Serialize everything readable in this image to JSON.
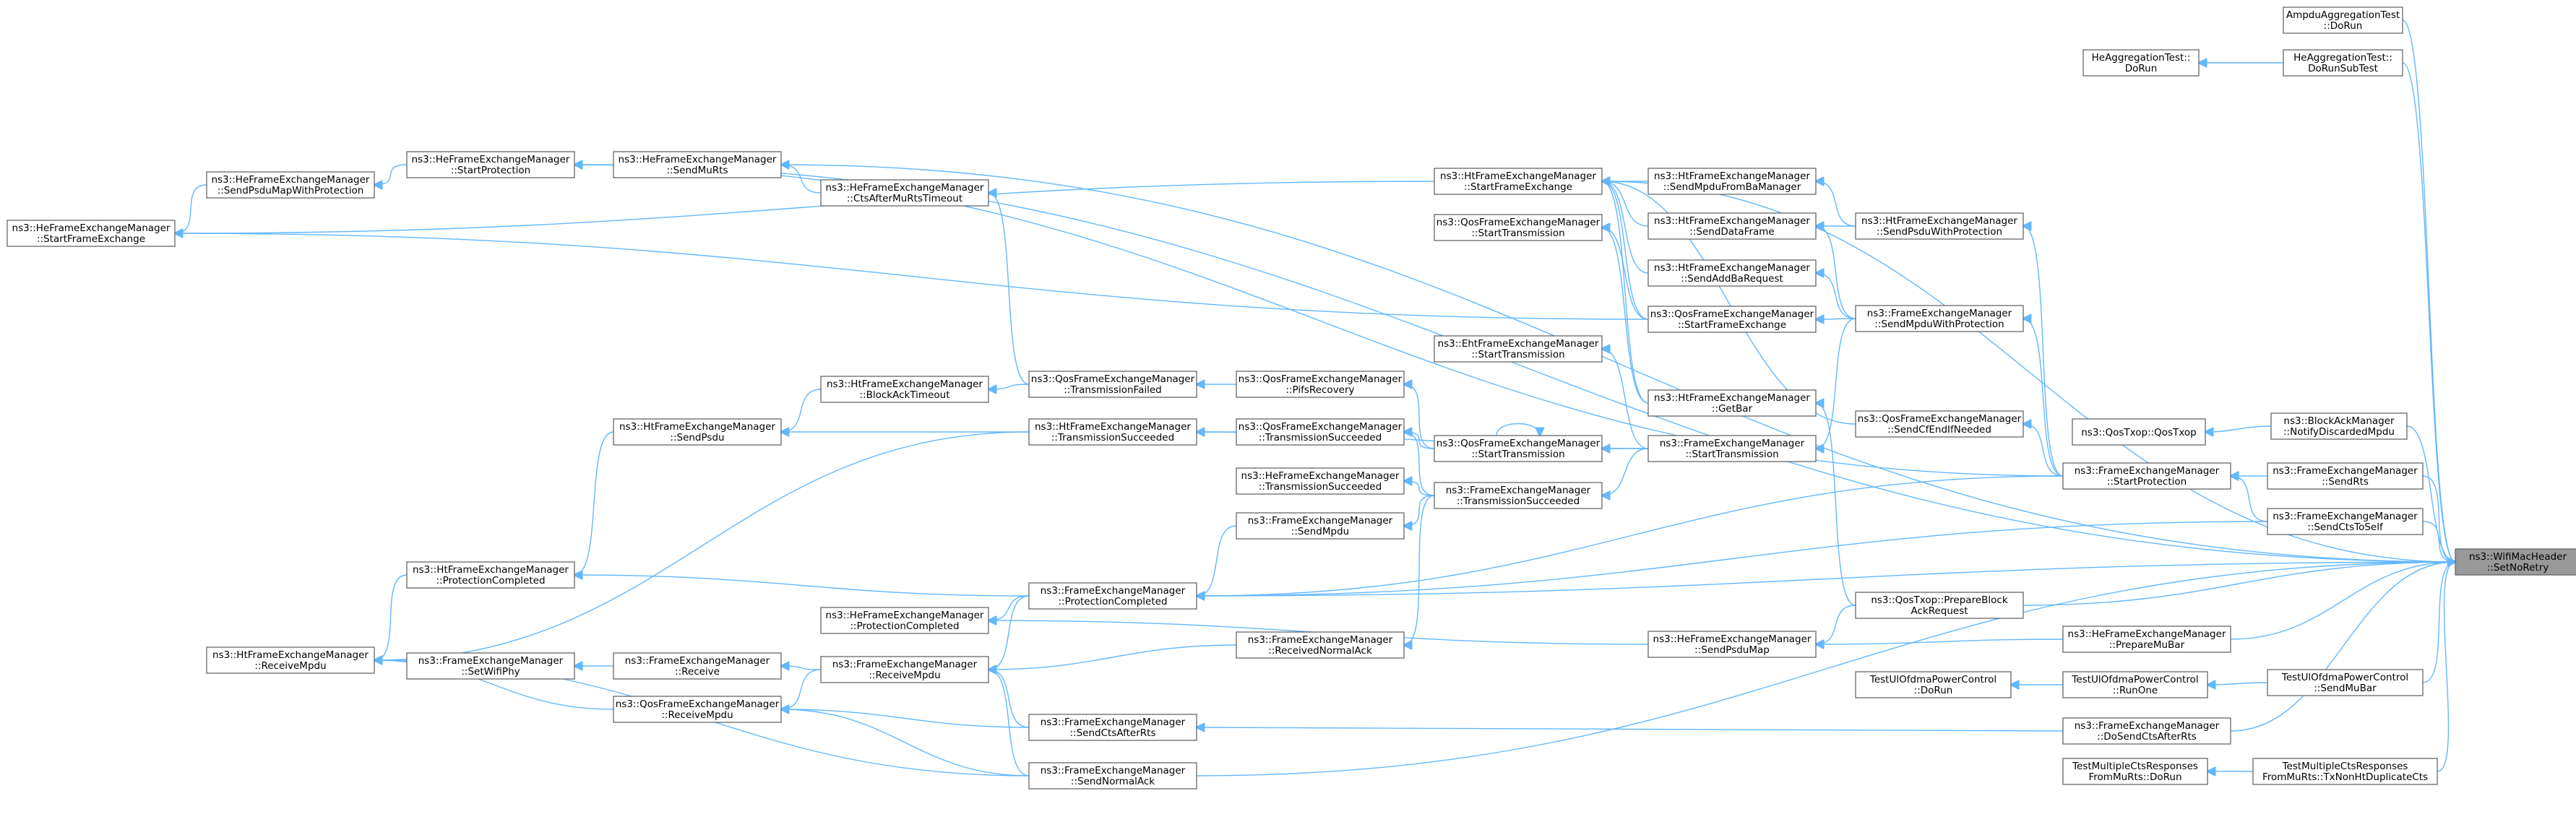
{
  "graph": {
    "root": "n_root",
    "colors": {
      "edge": "#63b8ff",
      "root_fill": "#999999",
      "node_border": "#666666"
    },
    "nodes": [
      {
        "id": "n_root",
        "lines": [
          "ns3::WifiMacHeader",
          "::SetNoRetry"
        ]
      },
      {
        "id": "n_ampdu",
        "lines": [
          "AmpduAggregationTest",
          "::DoRun"
        ]
      },
      {
        "id": "n_heaggdr",
        "lines": [
          "HeAggregationTest::",
          "DoRun"
        ]
      },
      {
        "id": "n_heaggsub",
        "lines": [
          "HeAggregationTest::",
          "DoRunSubTest"
        ]
      },
      {
        "id": "n_heStartFE",
        "lines": [
          "ns3::HeFrameExchangeManager",
          "::StartFrameExchange"
        ]
      },
      {
        "id": "n_heSendPsduMapProt",
        "lines": [
          "ns3::HeFrameExchangeManager",
          "::SendPsduMapWithProtection"
        ]
      },
      {
        "id": "n_heStartProt",
        "lines": [
          "ns3::HeFrameExchangeManager",
          "::StartProtection"
        ]
      },
      {
        "id": "n_heSendMuRts",
        "lines": [
          "ns3::HeFrameExchangeManager",
          "::SendMuRts"
        ]
      },
      {
        "id": "n_heCtsTimeout",
        "lines": [
          "ns3::HeFrameExchangeManager",
          "::CtsAfterMuRtsTimeout"
        ]
      },
      {
        "id": "n_htStartFE",
        "lines": [
          "ns3::HtFrameExchangeManager",
          "::StartFrameExchange"
        ]
      },
      {
        "id": "n_qosStartTx1",
        "lines": [
          "ns3::QosFrameExchangeManager",
          "::StartTransmission"
        ]
      },
      {
        "id": "n_htSendMpduBa",
        "lines": [
          "ns3::HtFrameExchangeManager",
          "::SendMpduFromBaManager"
        ]
      },
      {
        "id": "n_htSendData",
        "lines": [
          "ns3::HtFrameExchangeManager",
          "::SendDataFrame"
        ]
      },
      {
        "id": "n_htSendAddBa",
        "lines": [
          "ns3::HtFrameExchangeManager",
          "::SendAddBaRequest"
        ]
      },
      {
        "id": "n_qosStartFE",
        "lines": [
          "ns3::QosFrameExchangeManager",
          "::StartFrameExchange"
        ]
      },
      {
        "id": "n_htSendPsduProt",
        "lines": [
          "ns3::HtFrameExchangeManager",
          "::SendPsduWithProtection"
        ]
      },
      {
        "id": "n_feSendMpduProt",
        "lines": [
          "ns3::FrameExchangeManager",
          "::SendMpduWithProtection"
        ]
      },
      {
        "id": "n_ehtStartTx",
        "lines": [
          "ns3::EhtFrameExchangeManager",
          "::StartTransmission"
        ]
      },
      {
        "id": "n_htGetBar",
        "lines": [
          "ns3::HtFrameExchangeManager",
          "::GetBar"
        ]
      },
      {
        "id": "n_qosSendCfEnd",
        "lines": [
          "ns3::QosFrameExchangeManager",
          "::SendCfEndIfNeeded"
        ]
      },
      {
        "id": "n_htBlockAckTimeout",
        "lines": [
          "ns3::HtFrameExchangeManager",
          "::BlockAckTimeout"
        ]
      },
      {
        "id": "n_qosTxFailed",
        "lines": [
          "ns3::QosFrameExchangeManager",
          "::TransmissionFailed"
        ]
      },
      {
        "id": "n_qosPifs",
        "lines": [
          "ns3::QosFrameExchangeManager",
          "::PifsRecovery"
        ]
      },
      {
        "id": "n_htSendPsdu",
        "lines": [
          "ns3::HtFrameExchangeManager",
          "::SendPsdu"
        ]
      },
      {
        "id": "n_htTxSucc",
        "lines": [
          "ns3::HtFrameExchangeManager",
          "::TransmissionSucceeded"
        ]
      },
      {
        "id": "n_qosTxSucc",
        "lines": [
          "ns3::QosFrameExchangeManager",
          "::TransmissionSucceeded"
        ]
      },
      {
        "id": "n_qosStartTx2",
        "lines": [
          "ns3::QosFrameExchangeManager",
          "::StartTransmission"
        ]
      },
      {
        "id": "n_feStartTx",
        "lines": [
          "ns3::FrameExchangeManager",
          "::StartTransmission"
        ]
      },
      {
        "id": "n_heTxSucc",
        "lines": [
          "ns3::HeFrameExchangeManager",
          "::TransmissionSucceeded"
        ]
      },
      {
        "id": "n_feTxSucc",
        "lines": [
          "ns3::FrameExchangeManager",
          "::TransmissionSucceeded"
        ]
      },
      {
        "id": "n_feSendMpdu",
        "lines": [
          "ns3::FrameExchangeManager",
          "::SendMpdu"
        ]
      },
      {
        "id": "n_qosTxopQosTxop",
        "lines": [
          "ns3::QosTxop::QosTxop"
        ]
      },
      {
        "id": "n_baNotify",
        "lines": [
          "ns3::BlockAckManager",
          "::NotifyDiscardedMpdu"
        ]
      },
      {
        "id": "n_feStartProt",
        "lines": [
          "ns3::FrameExchangeManager",
          "::StartProtection"
        ]
      },
      {
        "id": "n_feSendRts",
        "lines": [
          "ns3::FrameExchangeManager",
          "::SendRts"
        ]
      },
      {
        "id": "n_feSendCtsSelf",
        "lines": [
          "ns3::FrameExchangeManager",
          "::SendCtsToSelf"
        ]
      },
      {
        "id": "n_htProtCompl",
        "lines": [
          "ns3::HtFrameExchangeManager",
          "::ProtectionCompleted"
        ]
      },
      {
        "id": "n_feProtCompl",
        "lines": [
          "ns3::FrameExchangeManager",
          "::ProtectionCompleted"
        ]
      },
      {
        "id": "n_heProtCompl",
        "lines": [
          "ns3::HeFrameExchangeManager",
          "::ProtectionCompleted"
        ]
      },
      {
        "id": "n_qosPrepBar",
        "lines": [
          "ns3::QosTxop::PrepareBlock",
          "AckRequest"
        ]
      },
      {
        "id": "n_heSendPsduMap",
        "lines": [
          "ns3::HeFrameExchangeManager",
          "::SendPsduMap"
        ]
      },
      {
        "id": "n_hePrepMuBar",
        "lines": [
          "ns3::HeFrameExchangeManager",
          "::PrepareMuBar"
        ]
      },
      {
        "id": "n_htRecvMpdu",
        "lines": [
          "ns3::HtFrameExchangeManager",
          "::ReceiveMpdu"
        ]
      },
      {
        "id": "n_feSetWifiPhy",
        "lines": [
          "ns3::FrameExchangeManager",
          "::SetWifiPhy"
        ]
      },
      {
        "id": "n_feReceive",
        "lines": [
          "ns3::FrameExchangeManager",
          "::Receive"
        ]
      },
      {
        "id": "n_feRecvMpdu",
        "lines": [
          "ns3::FrameExchangeManager",
          "::ReceiveMpdu"
        ]
      },
      {
        "id": "n_feRecvNormAck",
        "lines": [
          "ns3::FrameExchangeManager",
          "::ReceivedNormalAck"
        ]
      },
      {
        "id": "n_qosRecvMpdu",
        "lines": [
          "ns3::QosFrameExchangeManager",
          "::ReceiveMpdu"
        ]
      },
      {
        "id": "n_feSendCtsAfterRts",
        "lines": [
          "ns3::FrameExchangeManager",
          "::SendCtsAfterRts"
        ]
      },
      {
        "id": "n_feSendNormAck",
        "lines": [
          "ns3::FrameExchangeManager",
          "::SendNormalAck"
        ]
      },
      {
        "id": "n_tOfdmaDoRun",
        "lines": [
          "TestUlOfdmaPowerControl",
          "::DoRun"
        ]
      },
      {
        "id": "n_tOfdmaRunOne",
        "lines": [
          "TestUlOfdmaPowerControl",
          "::RunOne"
        ]
      },
      {
        "id": "n_tOfdmaSendMuBar",
        "lines": [
          "TestUlOfdmaPowerControl",
          "::SendMuBar"
        ]
      },
      {
        "id": "n_feDoSendCts",
        "lines": [
          "ns3::FrameExchangeManager",
          "::DoSendCtsAfterRts"
        ]
      },
      {
        "id": "n_tMultiDoRun",
        "lines": [
          "TestMultipleCtsResponses",
          "FromMuRts::DoRun"
        ]
      },
      {
        "id": "n_tMultiTxNonHt",
        "lines": [
          "TestMultipleCtsResponses",
          "FromMuRts::TxNonHtDuplicateCts"
        ]
      }
    ]
  }
}
